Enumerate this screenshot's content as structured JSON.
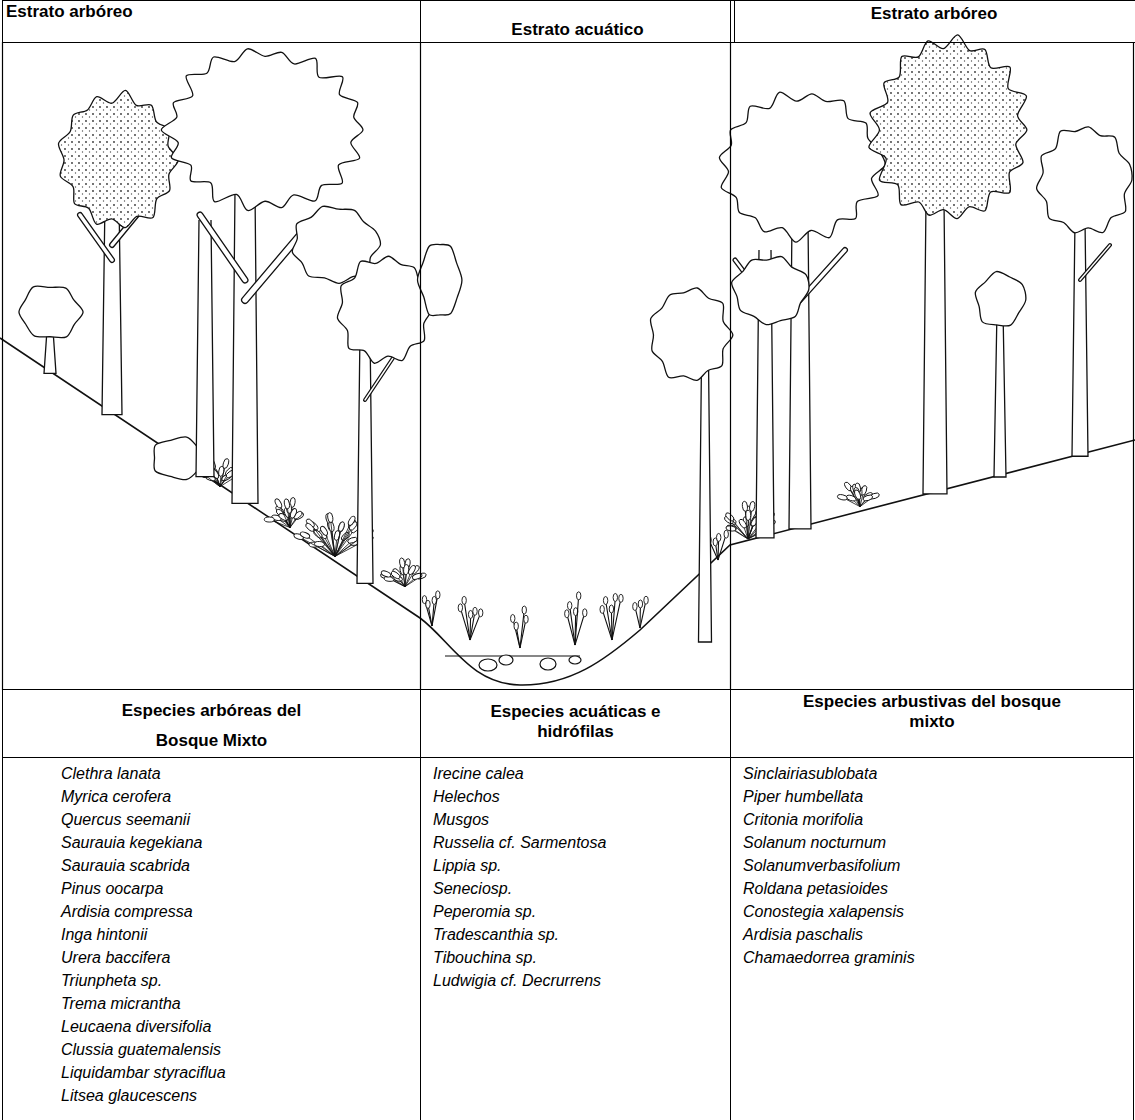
{
  "diagram": {
    "nodes": [
      {
        "text": [
          "Estrato arbóreo"
        ]
      },
      {
        "text": [
          "Estrato acuático"
        ]
      },
      {
        "text": [
          "Estrato arbóreo"
        ]
      },
      {
        "text": [
          "Especies arbóreas del Bosque Mixto",
          "Clethra lanata",
          "Myrica cerofera",
          "Quercus seemanii",
          "Saurauia kegekiana",
          "Saurauia scabrida",
          "Pinus oocarpa",
          "Ardisia compressa",
          "Inga hintonii",
          "Urera baccifera",
          "Triunpheta sp.",
          "Trema micrantha",
          "Leucaena diversifolia",
          "Clussia guatemalensis",
          "Liquidambar styraciflua",
          "Litsea glaucescens"
        ]
      },
      {
        "text": [
          "Especies acuáticas e hidrófilas",
          "Irecine calea",
          "Helechos",
          "Musgos",
          "Russelia cf. Sarmentosa",
          "Lippia sp.",
          "Seneciosp.",
          "Peperomia sp.",
          "Tradescanthia sp.",
          "Tibouchina sp.",
          "Ludwigia cf. Decrurrens"
        ]
      },
      {
        "text": [
          "Especies arbustivas del bosque mixto",
          "Sinclairiasublobata",
          "Piper humbellata",
          "Critonia morifolia",
          "Solanum nocturnum",
          "Solanumverbasifolium",
          "Roldana petasioides",
          "Conostegia xalapensis",
          "Ardisia paschalis",
          "Chamaedorrea graminis"
        ]
      }
    ]
  }
}
